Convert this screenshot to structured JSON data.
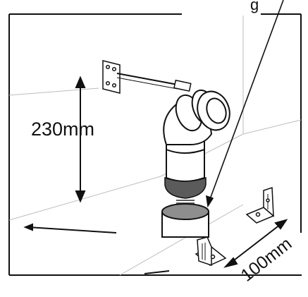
{
  "labels": {
    "top_fragment": "g",
    "height_dimension": "230mm",
    "width_dimension": "100mm"
  },
  "colors": {
    "ink": "#111111",
    "wall_line": "#bdbdbd",
    "rubber_seal": "#5b5b5b",
    "pipe_opening": "#8e8e8e",
    "fitting_body": "#ffffff"
  }
}
